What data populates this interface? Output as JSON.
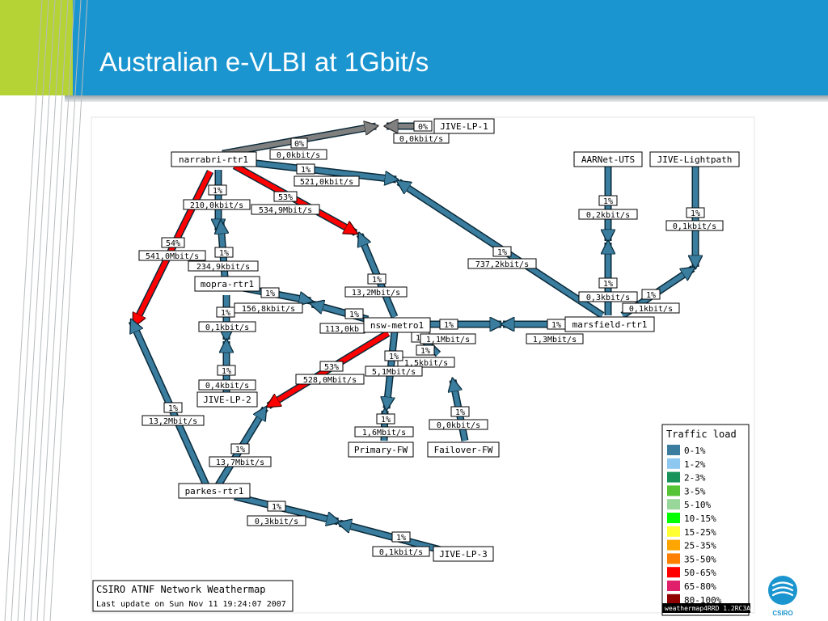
{
  "slide": {
    "title": "Australian e-VLBI at 1Gbit/s"
  },
  "colors": {
    "header": "#1b95cf",
    "accent": "#b5d334",
    "link_low": "#3a7d9e",
    "link_high": "#ff0000",
    "link_idle": "#808080"
  },
  "nodes": [
    {
      "id": "narrabri",
      "label": "narrabri-rtr1"
    },
    {
      "id": "jivelp1",
      "label": "JIVE-LP-1"
    },
    {
      "id": "aarnet",
      "label": "AARNet-UTS"
    },
    {
      "id": "jivelight",
      "label": "JIVE-Lightpath"
    },
    {
      "id": "mopra",
      "label": "mopra-rtr1"
    },
    {
      "id": "nswmetro",
      "label": "nsw-metro1"
    },
    {
      "id": "marsfield",
      "label": "marsfield-rtr1"
    },
    {
      "id": "jivelp2",
      "label": "JIVE-LP-2"
    },
    {
      "id": "primary",
      "label": "Primary-FW"
    },
    {
      "id": "failover",
      "label": "Failover-FW"
    },
    {
      "id": "parkes",
      "label": "parkes-rtr1"
    },
    {
      "id": "jivelp3",
      "label": "JIVE-LP-3"
    }
  ],
  "link_labels": [
    "0%",
    "0,0kbit/s",
    "0%",
    "0,0kbit/s",
    "1%",
    "521,0kbit/s",
    "1%",
    "210,0kbit/s",
    "53%",
    "534,9Mbit/s",
    "54%",
    "541,0Mbit/s",
    "1%",
    "234,9kbit/s",
    "1%",
    "13,2Mbit/s",
    "1%",
    "737,2kbit/s",
    "1%",
    "0,2kbit/s",
    "1%",
    "0,1kbit/s",
    "1%",
    "156,8kbit/s",
    "1%",
    "113,0kb",
    "1%",
    "0,3kbit/s",
    "1%",
    "0,1kbit/s",
    "1%",
    "0,1kbit/s",
    "1%",
    "1%",
    "1,3Mbit/s",
    "1%",
    "1,1Mbit/s",
    "1%",
    "1,5kbit/s",
    "1%",
    "5,1Mbit/s",
    "53%",
    "528,0Mbit/s",
    "1%",
    "0,4kbit/s",
    "1%",
    "1,6Mbit/s",
    "1%",
    "0,0kbit/s",
    "1%",
    "13,2Mbit/s",
    "1%",
    "13,7Mbit/s",
    "1%",
    "0,3kbit/s",
    "1%",
    "0,1kbit/s"
  ],
  "legend": {
    "title": "Traffic load",
    "items": [
      {
        "label": "0-1%",
        "color": "#3a7d9e"
      },
      {
        "label": "1-2%",
        "color": "#8ec8f0"
      },
      {
        "label": "2-3%",
        "color": "#18945a"
      },
      {
        "label": "3-5%",
        "color": "#55c436"
      },
      {
        "label": "5-10%",
        "color": "#98d69a"
      },
      {
        "label": "10-15%",
        "color": "#00ff00"
      },
      {
        "label": "15-25%",
        "color": "#ffff33"
      },
      {
        "label": "25-35%",
        "color": "#ffa500"
      },
      {
        "label": "35-50%",
        "color": "#ff7f00"
      },
      {
        "label": "50-65%",
        "color": "#ff0000"
      },
      {
        "label": "65-80%",
        "color": "#e0206a"
      },
      {
        "label": "80-100%",
        "color": "#900000"
      }
    ]
  },
  "footer": {
    "line1": "CSIRO ATNF Network Weathermap",
    "line2": "Last update on Sun Nov 11 19:24:07 2007",
    "version": "weathermap4RRD 1.2RC3A"
  },
  "logo": {
    "name": "CSIRO"
  }
}
